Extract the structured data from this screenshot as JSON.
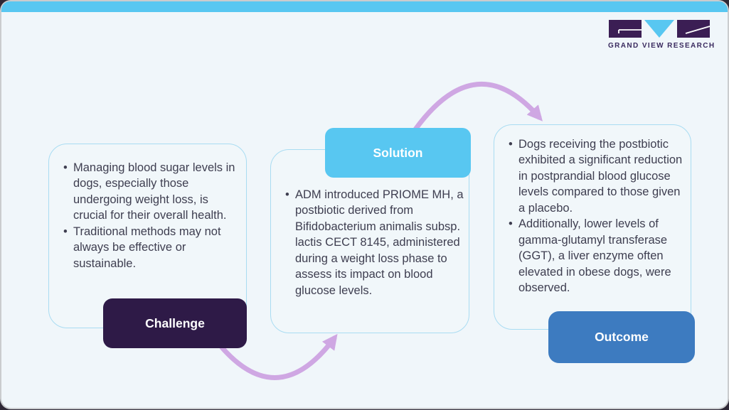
{
  "brand": {
    "name": "GRAND VIEW RESEARCH",
    "colors": {
      "logo_purple": "#3B1E54",
      "logo_blue": "#58C7F1",
      "text": "#3A2B5F"
    }
  },
  "page": {
    "card_background": "#F0F6FA",
    "top_bar_color": "#58C7F1",
    "arrow_color": "#CFA7E3",
    "box_border_color": "#A9DCF2",
    "body_text_color": "#3E3E50"
  },
  "diagram": {
    "nodes": [
      {
        "id": "challenge",
        "label": "Challenge",
        "label_bg": "#2E1A47",
        "bullets": [
          "Managing blood sugar levels in dogs, especially those undergoing weight loss, is crucial for their overall health.",
          "Traditional methods may not always be effective or sustainable."
        ]
      },
      {
        "id": "solution",
        "label": "Solution",
        "label_bg": "#58C7F1",
        "bullets": [
          "ADM introduced PRIOME MH, a postbiotic derived from Bifidobacterium animalis subsp. lactis CECT 8145, administered during a weight loss phase to assess its impact on blood glucose levels."
        ]
      },
      {
        "id": "outcome",
        "label": "Outcome",
        "label_bg": "#3D7BC0",
        "bullets": [
          "Dogs receiving the postbiotic exhibited a significant reduction in postprandial blood glucose levels compared to those given a placebo.",
          "Additionally, lower levels of gamma-glutamyl transferase (GGT), a liver enzyme often elevated in obese dogs, were observed."
        ]
      }
    ]
  }
}
